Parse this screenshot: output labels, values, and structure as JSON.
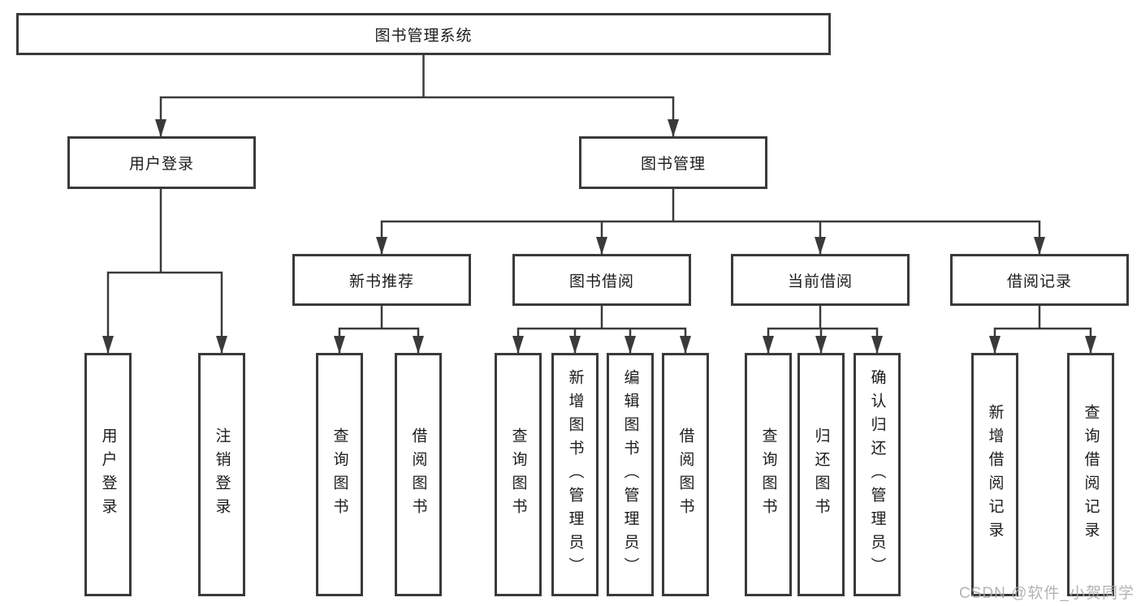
{
  "tree": {
    "root": "图书管理系统",
    "login": {
      "label": "用户登录",
      "leaves": [
        "用户登录",
        "注销登录"
      ]
    },
    "management": {
      "label": "图书管理",
      "sections": [
        {
          "label": "新书推荐",
          "leaves": [
            "查询图书",
            "借阅图书"
          ]
        },
        {
          "label": "图书借阅",
          "leaves": [
            "查询图书",
            "新增图书（管理员）",
            "编辑图书（管理员）",
            "借阅图书"
          ]
        },
        {
          "label": "当前借阅",
          "leaves": [
            "查询图书",
            "归还图书",
            "确认归还（管理员）"
          ]
        },
        {
          "label": "借阅记录",
          "leaves": [
            "新增借阅记录",
            "查询借阅记录"
          ]
        }
      ]
    }
  },
  "watermark": {
    "text": "CSDN @软件_小贺同学"
  },
  "colors": {
    "line": "#3a3a3a",
    "border": "#3a3a3a",
    "text": "#1c1c1c",
    "watermark": "#ababab",
    "background": "#ffffff"
  }
}
